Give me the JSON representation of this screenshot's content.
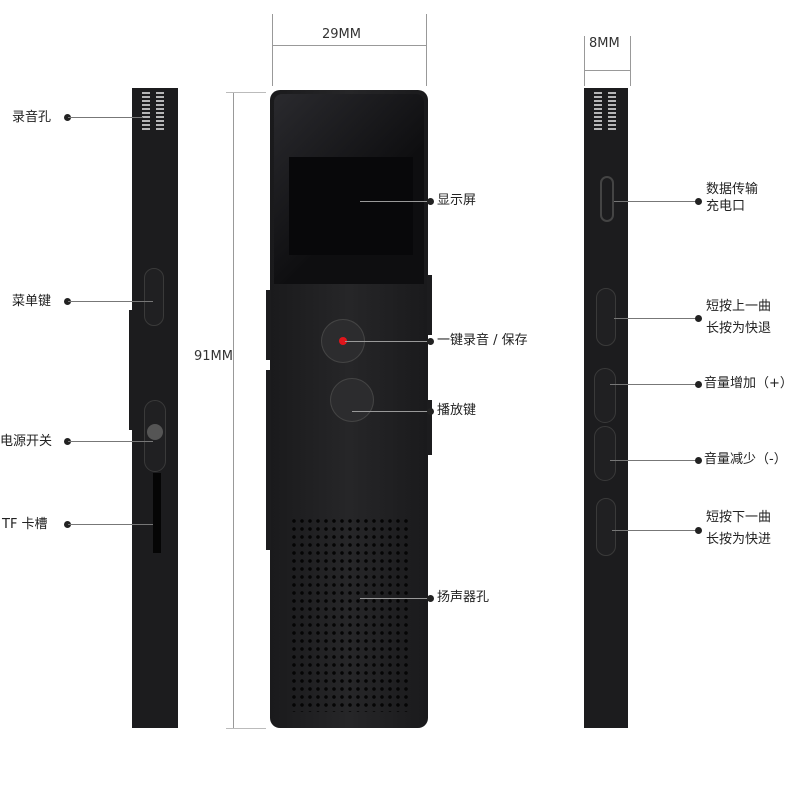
{
  "dimensions": {
    "width": "29MM",
    "height": "91MM",
    "depth": "8MM"
  },
  "left_labels": {
    "mic": "录音孔",
    "menu": "菜单键",
    "power": "电源开关",
    "tf": "TF 卡槽"
  },
  "center_labels": {
    "screen": "显示屏",
    "record": "一键录音 / 保存",
    "play": "播放键",
    "speaker": "扬声器孔"
  },
  "right_labels": {
    "usb_1": "数据传输",
    "usb_2": "充电口",
    "prev_1": "短按上一曲",
    "prev_2": "长按为快退",
    "vol_up": "音量增加（+）",
    "vol_down": "音量减少（-）",
    "next_1": "短按下一曲",
    "next_2": "长按为快进"
  },
  "colors": {
    "device": "#1c1c1e",
    "record_dot": "#e0151b"
  }
}
